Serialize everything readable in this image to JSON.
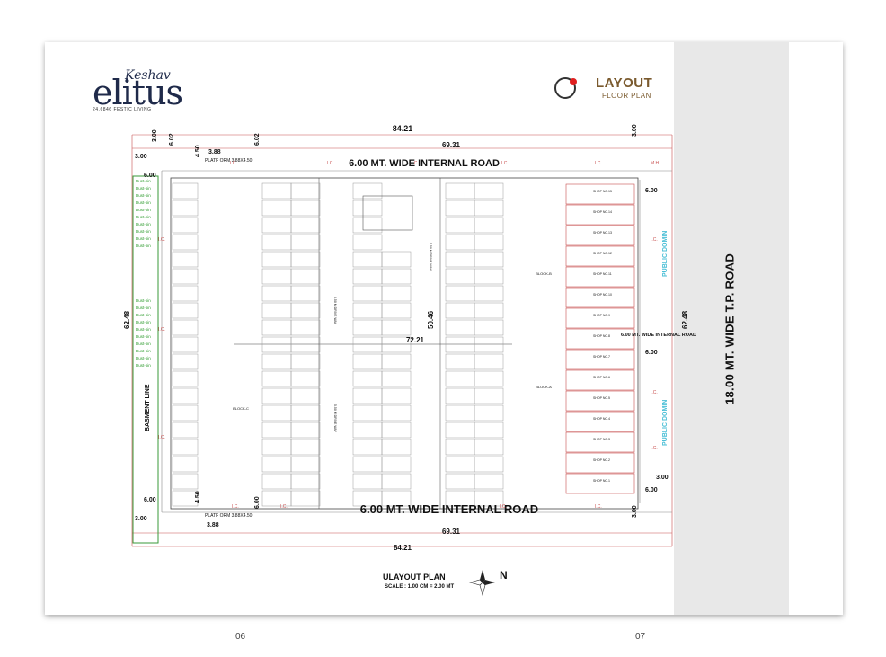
{
  "brand": {
    "name_small": "Keshav",
    "name": "elitus",
    "tagline": "24,6846 FESTIC LIVING"
  },
  "badge": {
    "title": "LAYOUT",
    "subtitle": "FLOOR PLAN"
  },
  "road": {
    "label": "18.00 MT. WIDE T.P. ROAD"
  },
  "plan": {
    "top_road": "6.00 MT. WIDE INTERNAL ROAD",
    "bottom_road": "6.00 MT. WIDE INTERNAL ROAD",
    "right_road": "6.00 MT. WIDE INTERNAL ROAD",
    "basement": "BASMENT LINE",
    "public_domain": "PUBLIC DOMIN",
    "dims": {
      "top_total": "84.21",
      "top_inner": "69.31",
      "bottom_total": "84.21",
      "bottom_inner": "69.31",
      "left_height": "62.48",
      "right_height": "62.48",
      "center_width": "72.21",
      "center_height": "50.46",
      "d300": "3.00",
      "d602": "6.02",
      "d450": "4.50",
      "d388": "3.88",
      "d600": "6.00"
    },
    "platform": "PLATF ORM 3.88X4.50",
    "ic": "I.C.",
    "mh": "M.H.",
    "dustbin": "Dust-bin",
    "drive_way": "5.50 M DRIVE WAY",
    "blocks": [
      "BLOCK-B",
      "BLOCK-C",
      "BLOCK-A"
    ],
    "shops": [
      "SHOP NO.15",
      "SHOP NO.14",
      "SHOP NO.13",
      "SHOP NO.12",
      "SHOP NO.11",
      "SHOP NO.10",
      "SHOP NO.9",
      "SHOP NO.8",
      "SHOP NO.7",
      "SHOP NO.6",
      "SHOP NO.5",
      "SHOP NO.4",
      "SHOP NO.3",
      "SHOP NO.2",
      "SHOP NO.1"
    ]
  },
  "footer": {
    "plan_title": "ULAYOUT PLAN",
    "scale": "SCALE : 1.00 CM = 2.00 MT",
    "north": "N",
    "page_left": "06",
    "page_right": "07"
  }
}
